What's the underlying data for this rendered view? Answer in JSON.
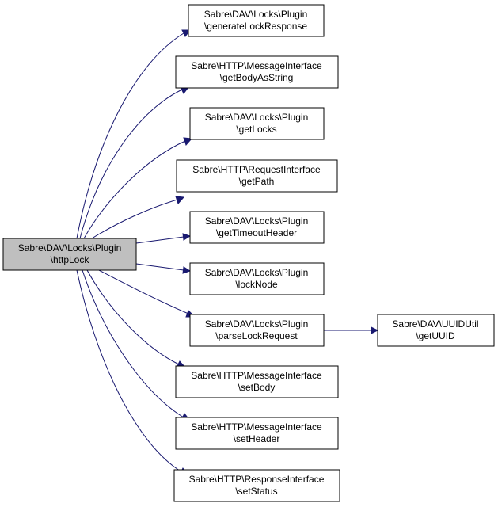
{
  "colors": {
    "edge": "#191970",
    "root_fill": "#bfbfbf",
    "node_fill": "#ffffff",
    "node_border": "#000000"
  },
  "nodes": [
    {
      "id": "root",
      "line1": "Sabre\\DAV\\Locks\\Plugin",
      "line2": "\\httpLock"
    },
    {
      "id": "n1",
      "line1": "Sabre\\DAV\\Locks\\Plugin",
      "line2": "\\generateLockResponse"
    },
    {
      "id": "n2",
      "line1": "Sabre\\HTTP\\MessageInterface",
      "line2": "\\getBodyAsString"
    },
    {
      "id": "n3",
      "line1": "Sabre\\DAV\\Locks\\Plugin",
      "line2": "\\getLocks"
    },
    {
      "id": "n4",
      "line1": "Sabre\\HTTP\\RequestInterface",
      "line2": "\\getPath"
    },
    {
      "id": "n5",
      "line1": "Sabre\\DAV\\Locks\\Plugin",
      "line2": "\\getTimeoutHeader"
    },
    {
      "id": "n6",
      "line1": "Sabre\\DAV\\Locks\\Plugin",
      "line2": "\\lockNode"
    },
    {
      "id": "n7",
      "line1": "Sabre\\DAV\\Locks\\Plugin",
      "line2": "\\parseLockRequest"
    },
    {
      "id": "n8",
      "line1": "Sabre\\HTTP\\MessageInterface",
      "line2": "\\setBody"
    },
    {
      "id": "n9",
      "line1": "Sabre\\HTTP\\MessageInterface",
      "line2": "\\setHeader"
    },
    {
      "id": "n10",
      "line1": "Sabre\\HTTP\\ResponseInterface",
      "line2": "\\setStatus"
    },
    {
      "id": "n11",
      "line1": "Sabre\\DAV\\UUIDUtil",
      "line2": "\\getUUID"
    }
  ],
  "edges": [
    {
      "from": "root",
      "to": "n1"
    },
    {
      "from": "root",
      "to": "n2"
    },
    {
      "from": "root",
      "to": "n3"
    },
    {
      "from": "root",
      "to": "n4"
    },
    {
      "from": "root",
      "to": "n5"
    },
    {
      "from": "root",
      "to": "n6"
    },
    {
      "from": "root",
      "to": "n7"
    },
    {
      "from": "root",
      "to": "n8"
    },
    {
      "from": "root",
      "to": "n9"
    },
    {
      "from": "root",
      "to": "n10"
    },
    {
      "from": "n7",
      "to": "n11"
    }
  ]
}
